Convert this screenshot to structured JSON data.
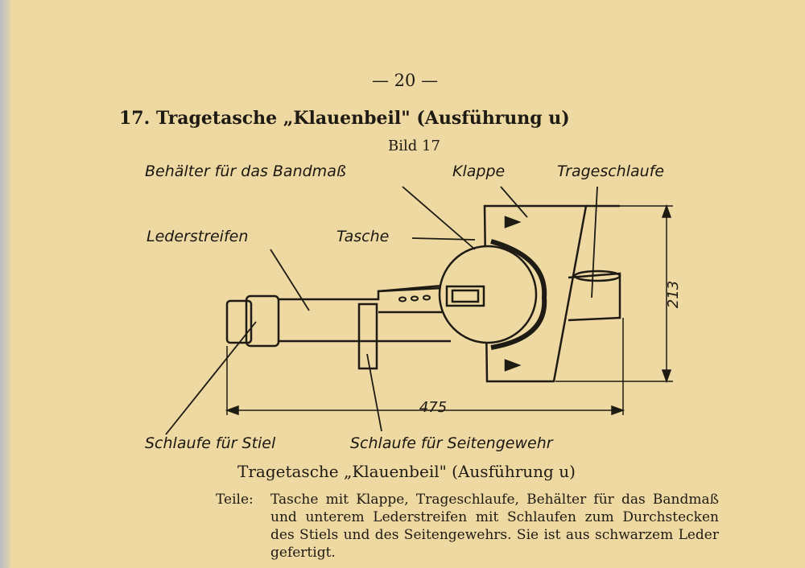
{
  "page_number": "— 20 —",
  "heading": "17. Tragetasche „Klauenbeil\" (Ausführung u)",
  "figure_label": "Bild 17",
  "diagram": {
    "labels": {
      "behaelter": "Behälter für das Bandmaß",
      "klappe": "Klappe",
      "trageschlaufe": "Trageschlaufe",
      "lederstreifen": "Lederstreifen",
      "tasche": "Tasche",
      "schlaufe_stiel": "Schlaufe für Stiel",
      "schlaufe_seitengewehr": "Schlaufe für Seitengewehr"
    },
    "dimensions": {
      "height": "213",
      "width": "475"
    }
  },
  "caption": "Tragetasche „Klauenbeil\" (Ausführung u)",
  "parts": {
    "key": "Teile:",
    "text": "Tasche mit Klappe, Trageschlaufe, Behälter für das Bandmaß und unterem Lederstreifen mit Schlaufen zum Durchstecken des Stiels und des Seitengewehrs. Sie ist aus schwarzem Leder gefertigt."
  }
}
